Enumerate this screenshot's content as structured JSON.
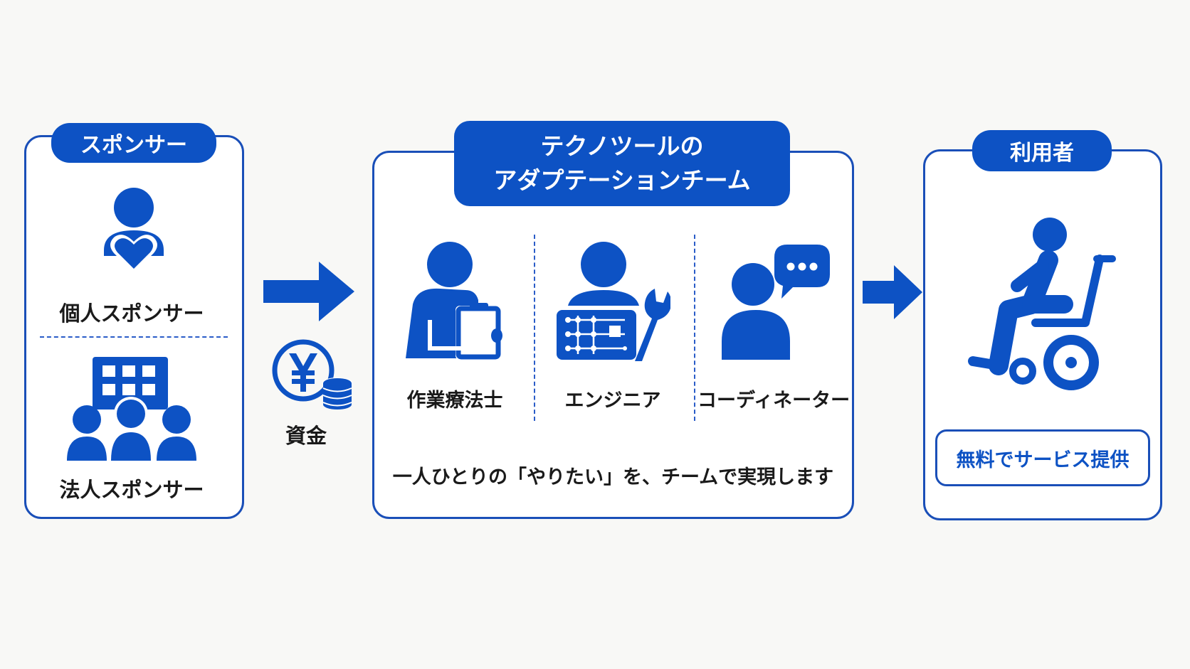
{
  "sponsor": {
    "header": "スポンサー",
    "individual_label": "個人スポンサー",
    "corporate_label": "法人スポンサー"
  },
  "funds": {
    "label": "資金"
  },
  "team": {
    "header_line1": "テクノツールの",
    "header_line2": "アダプテーションチーム",
    "members": [
      {
        "label": "作業療法士",
        "icon": "occupational-therapist-icon"
      },
      {
        "label": "エンジニア",
        "icon": "engineer-icon"
      },
      {
        "label": "コーディネーター",
        "icon": "coordinator-icon"
      }
    ],
    "tagline": "一人ひとりの「やりたい」を、チームで実現します"
  },
  "user": {
    "header": "利用者",
    "service_label": "無料でサービス提供"
  },
  "colors": {
    "primary": "#0d52c4",
    "border": "#1a4fb8",
    "background": "#f8f8f6"
  }
}
